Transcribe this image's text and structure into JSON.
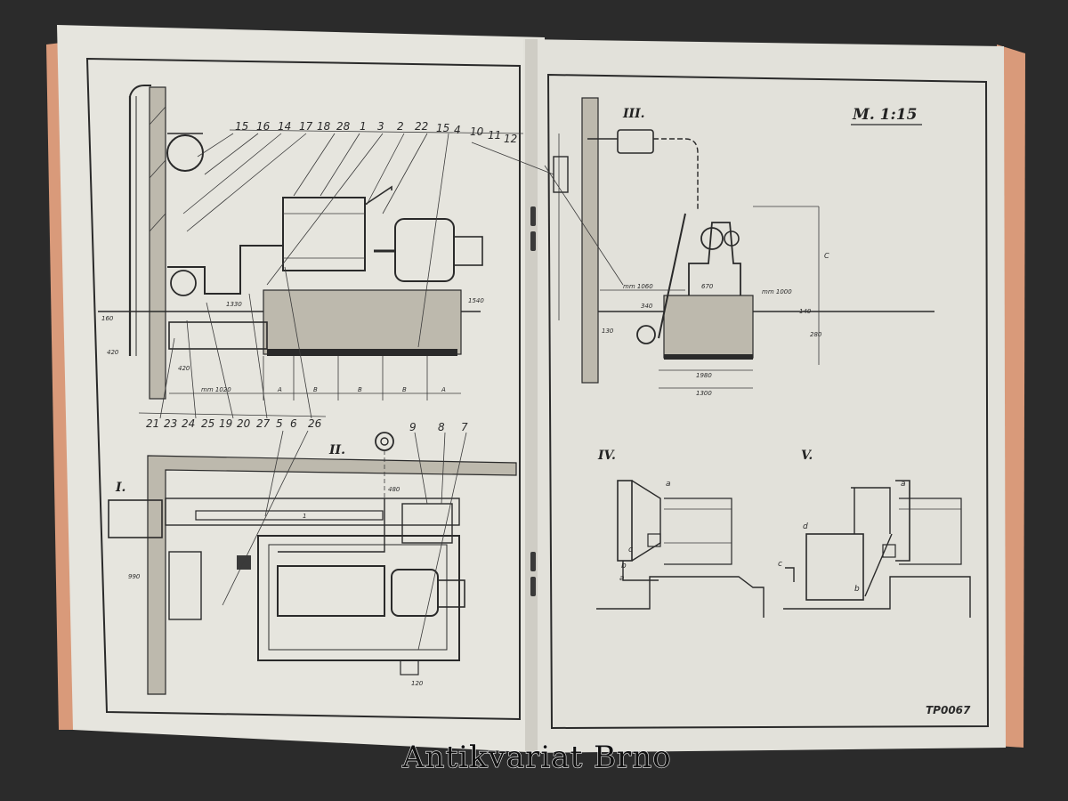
{
  "colors": {
    "background": "#2b2b2b",
    "cover": "#d99a7a",
    "paper": "#e4e3dc",
    "ink": "#2a2a2a"
  },
  "left_page": {
    "top_callouts": [
      "15",
      "16",
      "14",
      "17",
      "18",
      "28",
      "1",
      "3",
      "2",
      "22",
      "15",
      "4",
      "10",
      "11",
      "12"
    ],
    "bottom_callouts": [
      "21",
      "23",
      "24",
      "25",
      "19",
      "20",
      "27",
      "5",
      "6",
      "26"
    ],
    "plan_callouts": [
      "9",
      "8",
      "7"
    ],
    "view_labels": [
      "I.",
      "II."
    ],
    "dims": [
      "420",
      "420",
      "mm 1020",
      "A",
      "B",
      "B",
      "B",
      "A",
      "1540",
      "160",
      "1330",
      "480",
      "990",
      "120",
      "1"
    ]
  },
  "right_page": {
    "scale": "M. 1:15",
    "view_labels": [
      "III.",
      "IV.",
      "V."
    ],
    "dims": [
      "mm 1060",
      "670",
      "340",
      "1980",
      "1300",
      "C",
      "mm 1000",
      "140",
      "280",
      "130"
    ],
    "detail_letters": [
      "a",
      "b",
      "c",
      "d",
      "a",
      "b",
      "c",
      "a"
    ],
    "code": "TP0067"
  },
  "watermark": "Antikvariat Brno"
}
